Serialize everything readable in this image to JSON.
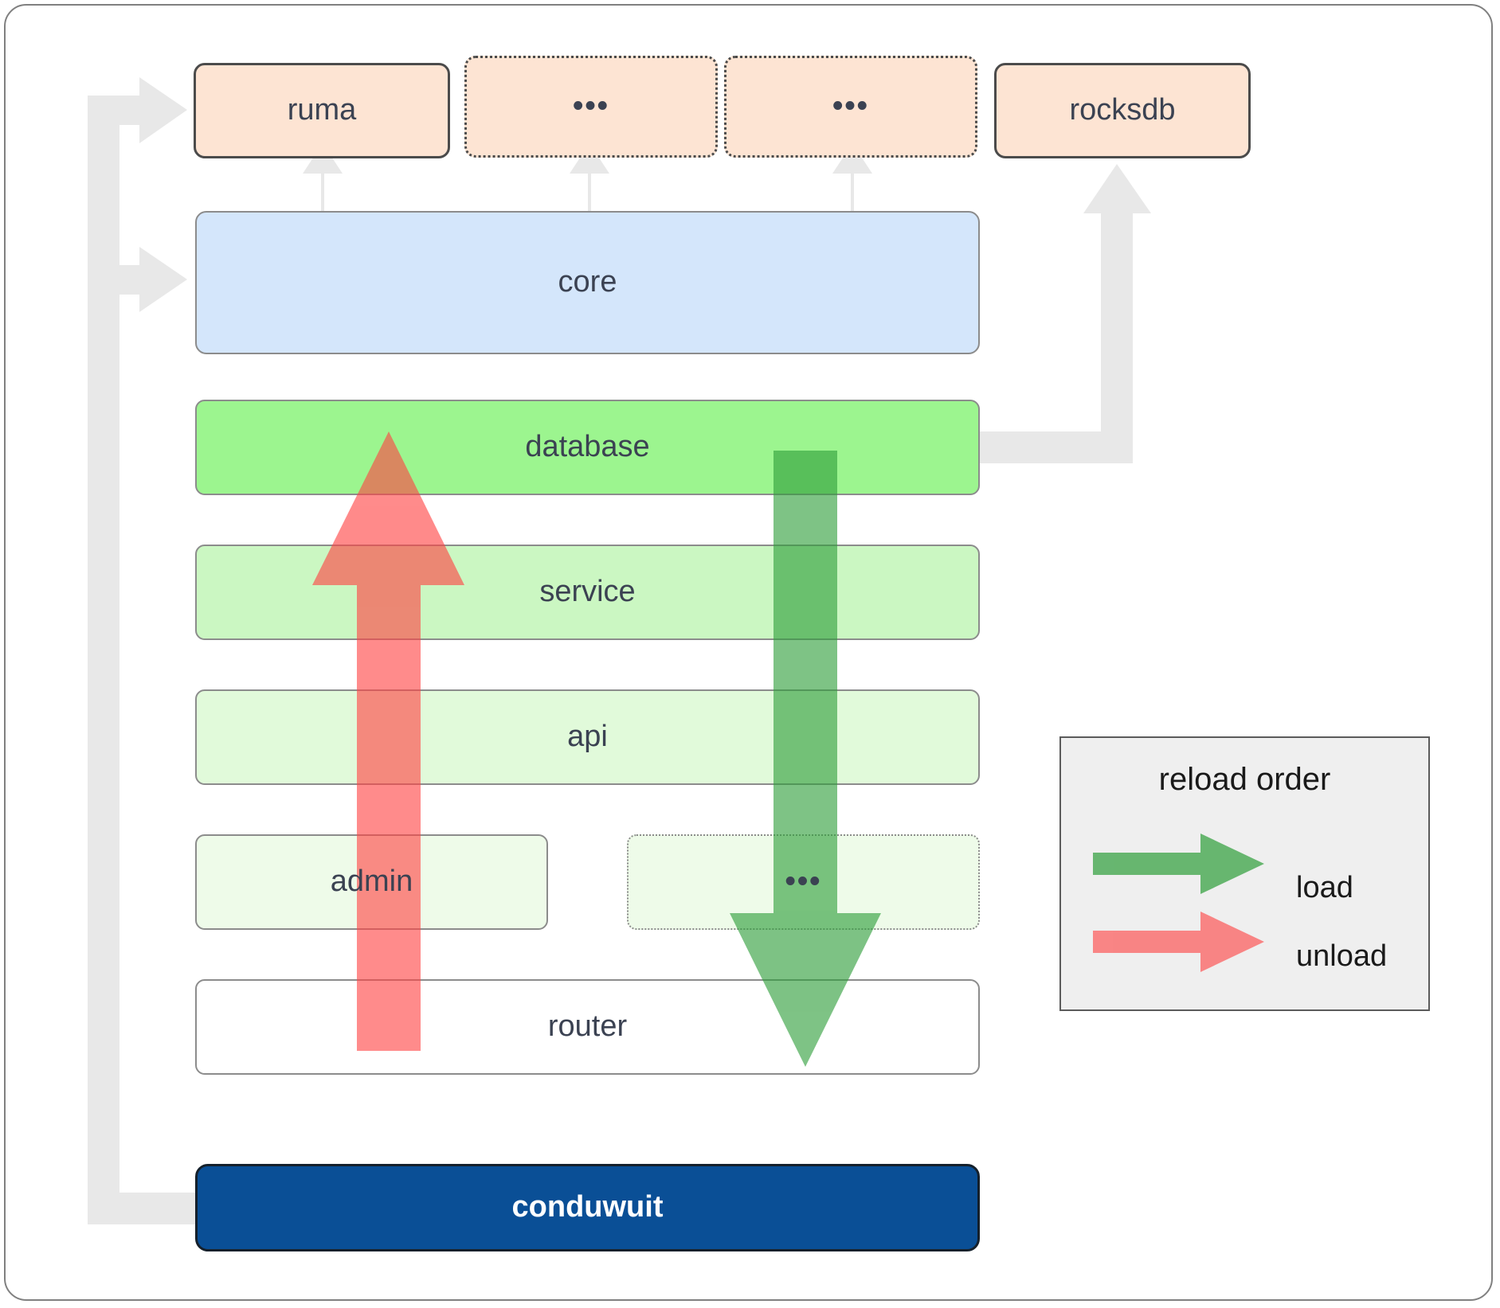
{
  "diagram": {
    "title": "conduwuit crate layering / reload order",
    "type": "architecture-layer-diagram",
    "background": "#ffffff",
    "frame_border": "#808080"
  },
  "dependencies": {
    "fill": "#fde4d3",
    "border_solid": "#4b4b4b",
    "items": [
      {
        "id": "ruma",
        "label": "ruma",
        "border": "solid"
      },
      {
        "id": "dots-1",
        "label": "•••",
        "border": "dotted"
      },
      {
        "id": "dots-2",
        "label": "•••",
        "border": "dotted"
      },
      {
        "id": "rocksdb",
        "label": "rocksdb",
        "border": "solid"
      }
    ]
  },
  "core": {
    "label": "core",
    "fill": "#d4e6fb",
    "border": "#8c8c8c"
  },
  "layers": [
    {
      "id": "database",
      "label": "database",
      "fill": "#9cf58f",
      "border": "solid"
    },
    {
      "id": "service",
      "label": "service",
      "fill": "#cbf7c2",
      "border": "solid"
    },
    {
      "id": "api",
      "label": "api",
      "fill": "#e1fada",
      "border": "solid"
    },
    {
      "id": "admin",
      "label": "admin",
      "fill": "#eefbe9",
      "border": "solid"
    },
    {
      "id": "dots-3",
      "label": "•••",
      "fill": "#eefbe9",
      "border": "dotted"
    },
    {
      "id": "router",
      "label": "router",
      "fill": "#ffffff",
      "border": "solid"
    }
  ],
  "app": {
    "label": "conduwuit",
    "fill": "#0a4f96",
    "border": "#15202b",
    "text_color": "#ffffff"
  },
  "legend": {
    "title": "reload order",
    "background": "#efefef",
    "border": "#5b5b5b",
    "entries": [
      {
        "id": "load",
        "label": "load",
        "color": "#5cb85c",
        "direction": "down"
      },
      {
        "id": "unload",
        "label": "unload",
        "color": "#fa8a8a",
        "direction": "up"
      }
    ]
  },
  "arrows": {
    "load": {
      "color": "#5cb85c",
      "label": "load",
      "direction": "down",
      "from": "database",
      "to": "router"
    },
    "unload": {
      "color": "#fa8a8a",
      "label": "unload",
      "direction": "up",
      "from": "router",
      "to": "database"
    },
    "dependency_color": "#e8e8e8"
  }
}
